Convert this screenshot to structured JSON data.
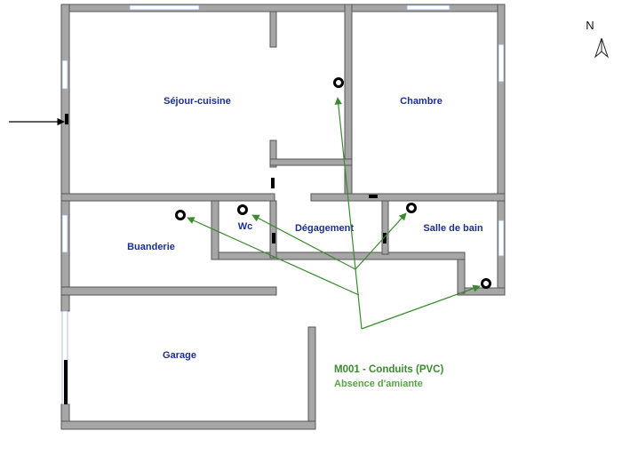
{
  "rooms": {
    "sejour_cuisine": "Séjour-cuisine",
    "chambre": "Chambre",
    "wc": "Wc",
    "degagement": "Dégagement",
    "salle_de_bain": "Salle de bain",
    "buanderie": "Buanderie",
    "garage": "Garage"
  },
  "annotation": {
    "title": "M001 - Conduits (PVC)",
    "status": "Absence d'amiante"
  },
  "north": {
    "label": "N"
  },
  "colors": {
    "room_label": "#1c2f8c",
    "annotation": "#3a8a2e",
    "walls": "#a6a6a6"
  }
}
